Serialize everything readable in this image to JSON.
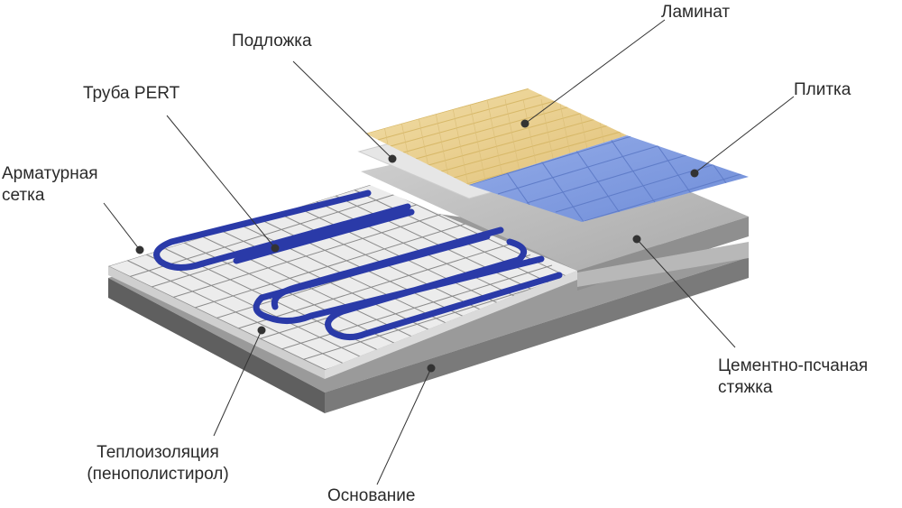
{
  "labels": {
    "laminate": "Ламинат",
    "underlay": "Подложка",
    "pipe": "Труба PERT",
    "tile": "Плитка",
    "mesh": [
      "Арматурная",
      "сетка"
    ],
    "screed": [
      "Цементно-псчаная",
      "стяжка"
    ],
    "insulation": [
      "Теплоизоляция",
      "(пенополистирол)"
    ],
    "base": "Основание"
  },
  "colors": {
    "pipe": "#2a3aa8",
    "laminate": "#e9cf8e",
    "tile": "#7f9ae0",
    "screed": "#b9b9b9",
    "base": "#6f6f6f",
    "insulation": "#ececec",
    "mesh": "#8a8a8a",
    "leader": "#333333"
  }
}
